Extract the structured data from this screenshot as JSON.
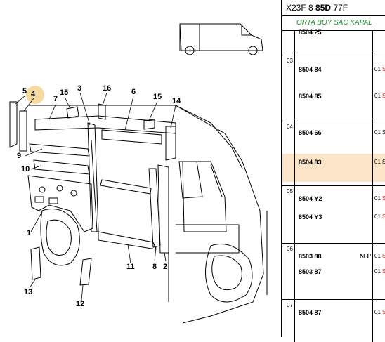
{
  "header": {
    "code_prefix": "X23F 8",
    "code_bold": "85D",
    "code_suffix": "77F"
  },
  "subheader": "ORTA BOY SAC KAPAL",
  "callouts": [
    "5",
    "4",
    "7",
    "15",
    "3",
    "16",
    "6",
    "15",
    "14",
    "9",
    "10",
    "1",
    "13",
    "12",
    "11",
    "8",
    "2"
  ],
  "groups": [
    {
      "num": "",
      "rows": [
        {
          "ref": "8504 25",
          "qty": "",
          "frag": ""
        }
      ]
    },
    {
      "num": "03",
      "rows": [
        {
          "ref": "8504 84",
          "qty": "01",
          "frag": "S"
        },
        {
          "ref": "8504 85",
          "qty": "01",
          "frag": "S"
        }
      ]
    },
    {
      "num": "04",
      "rows": [
        {
          "ref": "8504 66",
          "qty": "01",
          "frag": "S"
        },
        {
          "ref": "8504 83",
          "qty": "01",
          "frag": "S"
        }
      ]
    },
    {
      "num": "05",
      "rows": [
        {
          "ref": "8504 Y2",
          "qty": "01",
          "frag": "S"
        },
        {
          "ref": "8504 Y3",
          "qty": "01",
          "frag": "S"
        }
      ]
    },
    {
      "num": "06",
      "rows": [
        {
          "ref": "8503 88",
          "ref2": "NFP",
          "qty": "01",
          "frag": "S"
        },
        {
          "ref": "8503 87",
          "qty": "01",
          "frag": "S"
        }
      ]
    },
    {
      "num": "07",
      "rows": [
        {
          "ref": "8504 87",
          "qty": "01",
          "frag": "S"
        }
      ]
    }
  ],
  "colors": {
    "highlight": "#fbe4c7",
    "subheader": "#1e8a2e",
    "marker": "#f6d38f"
  }
}
